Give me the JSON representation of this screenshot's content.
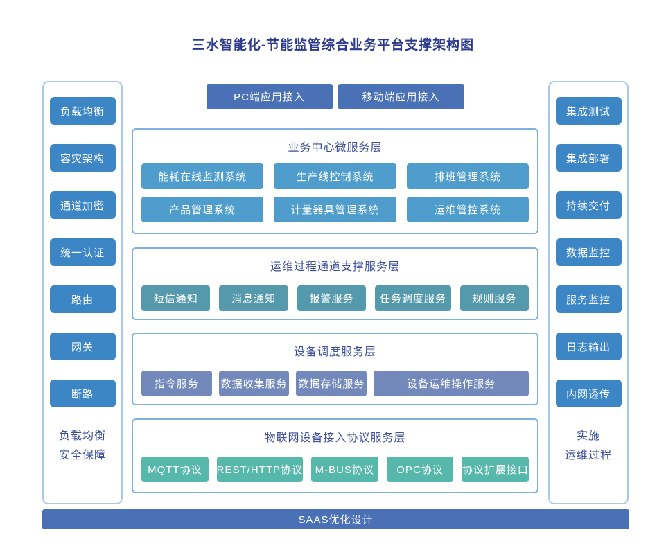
{
  "title": "三水智能化-节能监管综合业务平台支撑架构图",
  "top_access": {
    "buttons": [
      "PC端应用接入",
      "移动端应用接入"
    ]
  },
  "left_panel": {
    "items": [
      "负载均衡",
      "容灾架构",
      "通道加密",
      "统一认证",
      "路由",
      "网关",
      "断路"
    ],
    "footer_lines": [
      "负载均衡",
      "安全保障"
    ]
  },
  "right_panel": {
    "items": [
      "集成测试",
      "集成部署",
      "持续交付",
      "数据监控",
      "服务监控",
      "日志输出",
      "内网透传"
    ],
    "footer_lines": [
      "实施",
      "运维过程"
    ]
  },
  "sections": [
    {
      "header": "业务中心微服务层",
      "box_color": "#4e9dcc",
      "rows": [
        [
          "能耗在线监测系统",
          "生产线控制系统",
          "排班管理系统"
        ],
        [
          "产品管理系统",
          "计量器具管理系统",
          "运维管控系统"
        ]
      ]
    },
    {
      "header": "运维过程通道支撑服务层",
      "box_color": "#5599ad",
      "rows": [
        [
          "短信通知",
          "消息通知",
          "报警服务",
          "任务调度服务",
          "规则服务"
        ]
      ]
    },
    {
      "header": "设备调度服务层",
      "box_color": "#7389bc",
      "rows": [
        [
          "指令服务",
          "数据收集服务",
          "数据存储服务",
          "设备运维操作服务"
        ]
      ]
    },
    {
      "header": "物联网设备接入协议服务层",
      "box_color": "#56b7ab",
      "rows": [
        [
          "MQTT协议",
          "REST/HTTP协议",
          "M-BUS协议",
          "OPC协议",
          "协议扩展接口"
        ]
      ]
    }
  ],
  "bottom_bar": {
    "label": "SAAS优化设计"
  },
  "colors": {
    "title_text": "#2c3a8e",
    "section_header_text": "#3d4e9a",
    "panel_footer_text": "#3a4f97",
    "side_box": "#3d86c6",
    "accent_button": "#4a71b5",
    "panel_border": "#aac9ea",
    "section_border": "#7fb0e0"
  }
}
